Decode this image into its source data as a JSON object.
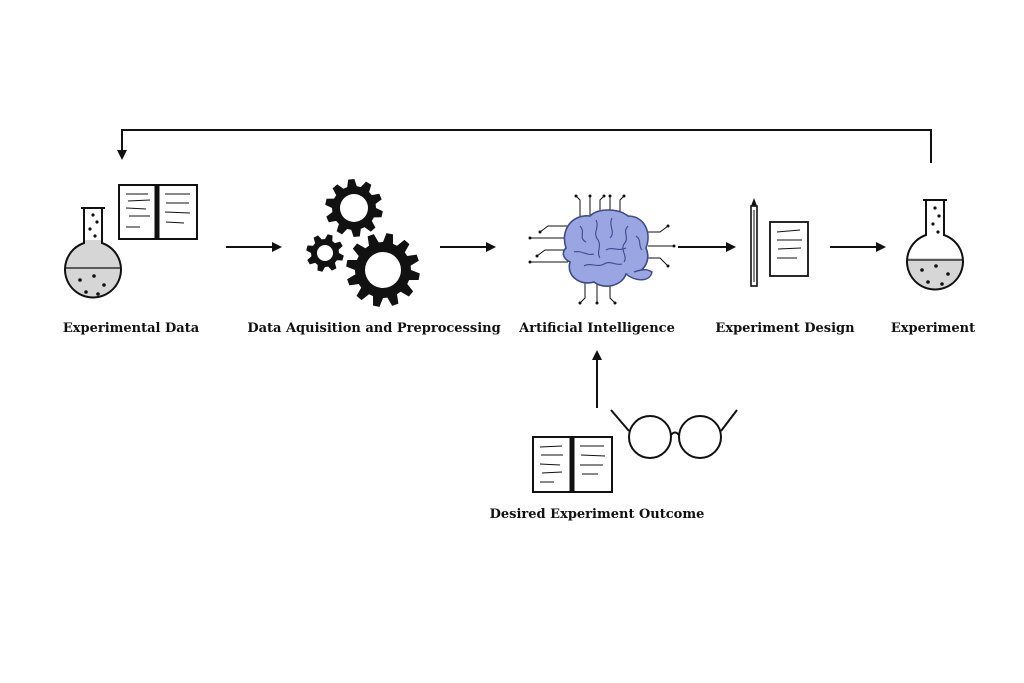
{
  "nodes": {
    "experimental_data": "Experimental Data",
    "data_acquisition": "Data Aquisition and Preprocessing",
    "artificial_intelligence": "Artificial Intelligence",
    "experiment_design": "Experiment Design",
    "experiment": "Experiment",
    "desired_outcome": "Desired Experiment Outcome"
  },
  "colors": {
    "stroke": "#111111",
    "liquid": "#d6d6d6",
    "brain": "#9aa6e2",
    "brain_stroke": "#3c4a8e",
    "gear": "#111111"
  },
  "icons": {
    "experimental_data": [
      "flask-icon",
      "open-book-icon"
    ],
    "data_acquisition": [
      "gears-icon"
    ],
    "artificial_intelligence": [
      "brain-circuit-icon"
    ],
    "experiment_design": [
      "pencil-icon",
      "paper-icon"
    ],
    "experiment": [
      "flask-icon"
    ],
    "desired_outcome": [
      "open-book-icon",
      "glasses-icon"
    ]
  }
}
